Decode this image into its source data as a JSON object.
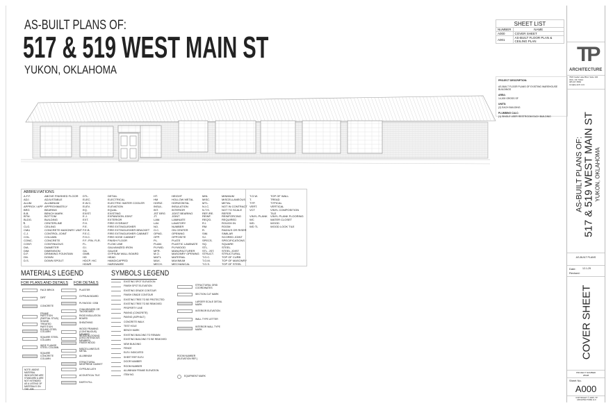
{
  "title": {
    "line1": "AS-BUILT PLANS OF:",
    "line2": "517 & 519 WEST MAIN ST",
    "line3": "YUKON, OKLAHOMA"
  },
  "sheet_list": {
    "title": "SHEET LIST",
    "headers": [
      "NUMBER",
      "NAME"
    ],
    "rows": [
      [
        "A000",
        "COVER SHEET"
      ],
      [
        "A001",
        "AS-BUILT FLOOR PLAN & CEILING PLAN"
      ]
    ]
  },
  "project": {
    "heading": "PROJECT DESCRIPTION:",
    "desc": "AS-BUILT FLOOR PLANS OF EXISTING WAREHOUSE BUILDINGS",
    "area_label": "AREA:",
    "area": "14,000 GROSS SF",
    "units_label": "UNITS:",
    "units": "(2) EACH BUILDING",
    "plumbing_label": "PLUMBING CALC:",
    "plumbing": "(1) SINGLE USER RESTROOM EACH BUILDING"
  },
  "firm": {
    "logo": "TP",
    "name": "ARCHITECTURE",
    "address": [
      "7915 Cedar Lake Blvd, Suite 104",
      "OKC, OK 73114",
      "405.417.6562",
      "tom@tp-arch.com"
    ]
  },
  "titleblock": {
    "v1": "AS-BUILT PLANS OF:",
    "v2": "517 & 519 WEST MAIN ST",
    "v3": "YUKON, OKLAHOMA",
    "phase": "AS-BUILT PLANS",
    "date_label": "Date:",
    "date": "12-1-25",
    "revised_label": "Revised:",
    "sheet_title": "COVER SHEET",
    "project_number_label": "PROJECT NUMBER",
    "project_number": "25028",
    "sheet_no_label": "Sheet No.",
    "sheet_no": "A000",
    "copyright": "COPYRIGHT © 2025, TP ARCHITECTURE LLC"
  },
  "abbreviations": {
    "title": "ABBREVIATIONS",
    "columns": [
      [
        [
          "A.F.F.",
          "ABOVE FINISHED FLOOR"
        ],
        [
          "ADJ.",
          "ADJUSTABLE"
        ],
        [
          "ALUM.",
          "ALUMINUM"
        ],
        [
          "APPROX / APP",
          "APPROXIMATELY"
        ],
        [
          "BRG",
          "BEARING"
        ],
        [
          "B.B.",
          "BENCH MARK"
        ],
        [
          "BTM.",
          "BOTTOM"
        ],
        [
          "BLDG.",
          "BUILDING"
        ],
        [
          "℄",
          "CENTERLINE"
        ],
        [
          "CLG.",
          "CEILING"
        ],
        [
          "CMU",
          "CONCRETE MASONRY UNIT"
        ],
        [
          "C.J.",
          "CONTROL JOINT"
        ],
        [
          "COL.",
          "COLUMN"
        ],
        [
          "CONC.",
          "CONCRETE"
        ],
        [
          "CONT.",
          "CONTINUOUS"
        ],
        [
          "DIA.",
          "DIAMETER"
        ],
        [
          "DIM.",
          "DIMENSION"
        ],
        [
          "D.F.",
          "DRINKING FOUNTAIN"
        ],
        [
          "DN.",
          "DOWN"
        ],
        [
          "D.S.",
          "DOWN SPOUT"
        ]
      ],
      [
        [
          "DTL.",
          "DETAIL"
        ],
        [
          "ELEC.",
          "ELECTRICAL"
        ],
        [
          "E.W.C.",
          "ELECTRIC WATER COOLER"
        ],
        [
          "ELEV.",
          "ELEVATION"
        ],
        [
          "EQ.",
          "EQUAL"
        ],
        [
          "EXIST.",
          "EXISTING"
        ],
        [
          "E.J.",
          "EXPANSION JOINT"
        ],
        [
          "EXT.",
          "EXTERIOR"
        ],
        [
          "F.H.",
          "FIRE HYDRANT"
        ],
        [
          "F.E.",
          "FIRE EXTINGUISHER"
        ],
        [
          "F.E.B.",
          "FIRE EXTINGUISHER BRACKET"
        ],
        [
          "F.E.C.",
          "FIRE EXTINGUISHER CABINET"
        ],
        [
          "F.H.C.",
          "FIRE HOSE CABINET"
        ],
        [
          "F.F. /FIN. FLR.",
          "FINISH FLOOR"
        ],
        [
          "FL.",
          "FLOW LINE"
        ],
        [
          "G.I.",
          "GALVANIZED IRON"
        ],
        [
          "GA.",
          "GAUGE"
        ],
        [
          "GWB",
          "GYPSUM WALL BOARD"
        ],
        [
          "HD",
          "HEAD"
        ],
        [
          "HDCP, H/C",
          "HANDICAPPED"
        ],
        [
          "HDWR",
          "HARDWARE"
        ]
      ],
      [
        [
          "HT.",
          "HEIGHT"
        ],
        [
          "HM",
          "HOLLOW METAL"
        ],
        [
          "HORIZ.",
          "HORIZONTAL"
        ],
        [
          "INSUL.",
          "INSULATION"
        ],
        [
          "INT.",
          "INTERIOR"
        ],
        [
          "JST BRG",
          "JOIST BEARING"
        ],
        [
          "JT.",
          "JOINT"
        ],
        [
          "LAM.",
          "LAMINATE"
        ],
        [
          "LAV.",
          "LAVATORY"
        ],
        [
          "NO.",
          "NUMBER"
        ],
        [
          "O.C.",
          "ON CENTER"
        ],
        [
          "OPNG.",
          "OPENING"
        ],
        [
          "OPP.",
          "OPPOSITE"
        ],
        [
          "PL.",
          "PLATE"
        ],
        [
          "PLAM.",
          "PLASTIC LAMINATE"
        ],
        [
          "PLYWD.",
          "PLYWOOD"
        ],
        [
          "MFR.",
          "MANUFACTURER"
        ],
        [
          "M.O.",
          "MASONRY OPENING"
        ],
        [
          "MAT'L",
          "MATERIAL"
        ],
        [
          "MAX.",
          "MAXIMUM"
        ],
        [
          "MECH.",
          "MECHANICAL"
        ]
      ],
      [
        [
          "MIN.",
          "MINIMUM"
        ],
        [
          "MISC.",
          "MISCELLANEOUS"
        ],
        [
          "MTL.",
          "METAL"
        ],
        [
          "N.I.C.",
          "NOT IN CONTRACT"
        ],
        [
          "N.T.S.",
          "NOT TO SCALE"
        ],
        [
          "REF./RE.",
          "REFER"
        ],
        [
          "REINF.",
          "REINFORCING"
        ],
        [
          "REQ'D.",
          "REQUIRED"
        ],
        [
          "R.I.",
          "ROUGH IN"
        ],
        [
          "RM.",
          "ROOM"
        ],
        [
          "R.",
          "RADIUS OR RISER"
        ],
        [
          "SIM.",
          "SIMILAR"
        ],
        [
          "SJ.",
          "SCORED JOINT"
        ],
        [
          "SPECS.",
          "SPECIFICATIONS"
        ],
        [
          "SQ.",
          "SQUARE"
        ],
        [
          "STL.",
          "STEEL"
        ],
        [
          "STL. JST.",
          "STEEL JOIST"
        ],
        [
          "STRUCT.",
          "STRUCTURAL"
        ],
        [
          "T.O.C.",
          "TOP OF CURB"
        ],
        [
          "T.O.M.",
          "TOP OF MASONRY"
        ],
        [
          "T.O.S.",
          "TOP OF STEEL"
        ]
      ],
      [
        [
          "T.O.W.",
          "TOP OF WALL"
        ],
        [
          "T.",
          "TREAD"
        ],
        [
          "TYP.",
          "TYPICAL"
        ],
        [
          "VERT.",
          "VERTICAL"
        ],
        [
          "VCT",
          "VINYL COMPOSITION"
        ],
        [
          "",
          "TILE"
        ],
        [
          "VINYL PLANK",
          "VINYL PLANK FLOORING"
        ],
        [
          "WC",
          "WATER CLOSET"
        ],
        [
          "WD.",
          "WOOD"
        ],
        [
          "WD TL",
          "WOOD LOOK TILE"
        ]
      ]
    ]
  },
  "materials": {
    "title": "MATERIALS LEGEND",
    "subtitle": "FOR PLANS AND DETAILS",
    "subtitle2": "FOR DETAILS",
    "left": [
      "FACE BRICK",
      "DIRT",
      "CONCRETE",
      "FRAME PARTITION (PARTIAL STUD)",
      "SOUND TREATED PARTITION",
      "ROUND STEEL COLUMN",
      "SQUARE STEEL COLUMN",
      "WIDE FLANGE STEEL COLUMN",
      "SQUARE CONCRETE COLUMN"
    ],
    "right": [
      "PLASTER",
      "GYPSUM BOARD",
      "PLYWOOD / OSB",
      "CHALKBOARD OR TACKBOARD",
      "RIGID INSULATION BOARD",
      "SHEATHING",
      "WOOD FRAMING (CONTINUOUS) MEMBER",
      "WOOD BLOCKING (DISCONTINUOUS MEMBER)",
      "FINISH WOOD",
      "MISCELLANEOUS METAL",
      "ALUMINUM",
      "STRUCTURAL NEOPRENE GASKET",
      "GYPSUM LATH",
      "ACOUSTICAL TILE",
      "EARTH FILL"
    ],
    "note": "NOTE: ABOVE MATERIAL INDICATIONS ARE STANDARD & ARE NOT INTENDED AS A LISTING OF MATERIALS ON THE JOB"
  },
  "symbols": {
    "title": "SYMBOLS LEGEND",
    "left": [
      "EXISTING SPOT ELEVATION",
      "FINISH SPOT ELEVATION",
      "EXISTING GRADE CONTOUR",
      "FINISH GRADE CONTOUR",
      "EXISTING TREE TO BE PROTECTED",
      "EXISTING TREE TO BE REMOVED",
      "PROPERTY LINE",
      "PAVING (CONCRETE)",
      "PAVING (ASPHALT)",
      "CONCRETE WALK",
      "TEST HOLE",
      "BENCH MARK",
      "EXISTING BUILDING TO REMAIN",
      "EXISTING BUILDING TO BE REMOVED",
      "NEW BUILDING",
      "FENCE",
      "ELEV. INDICATED",
      "SHEET REF ELEV.",
      "DOOR NUMBER",
      "ROOM NUMBER",
      "ALUMINUM FRAME ELEVATION",
      "ITEM NO."
    ],
    "room_ref": "ROOM NUMBER (ELEVATION REF.)",
    "equipment": "EQUIPMENT MARK",
    "right": [
      "STRUCTURAL GRID COORDINATES",
      "SECTION CUT MARK",
      "LARGER SCALE DETAIL MARK",
      "INTERIOR ELEVATION",
      "WALL TYPE LETTER",
      "INTERIOR WALL TYPE MARK"
    ]
  }
}
